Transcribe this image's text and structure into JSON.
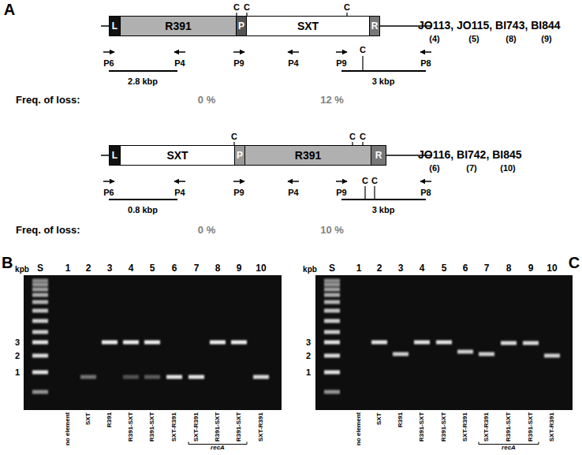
{
  "diagram": {
    "nodes": [
      {
        "text": [
          "L"
        ]
      },
      {
        "text": [
          "R391"
        ]
      },
      {
        "text": [
          "P"
        ]
      },
      {
        "text": [
          "SXT"
        ]
      },
      {
        "text": [
          "R"
        ]
      },
      {
        "text": [
          "L"
        ]
      },
      {
        "text": [
          "SXT"
        ]
      },
      {
        "text": [
          "P"
        ]
      },
      {
        "text": [
          "R391"
        ]
      },
      {
        "text": [
          "R"
        ]
      }
    ],
    "labels": [
      "A",
      "C",
      "C",
      "C",
      "JO113, JO115, BI743, BI844",
      "(4)",
      "(5)",
      "(8)",
      "(9)",
      "P6",
      "P4",
      "P9",
      "P4",
      "P9",
      "C",
      "P8",
      "2.8 kbp",
      "3 kbp",
      "Freq. of loss:",
      "0 %",
      "12 %",
      "C",
      "C",
      "C",
      "JO116, BI742, BI845",
      "(6)",
      "(7)",
      "(10)",
      "P6",
      "P4",
      "P9",
      "P4",
      "P9",
      "C",
      "C",
      "P8",
      "0.8 kbp",
      "3 kbp",
      "Freq. of loss:",
      "0 %",
      "10 %",
      "B",
      "kpb",
      "S",
      "1",
      "2",
      "3",
      "4",
      "5",
      "6",
      "7",
      "8",
      "9",
      "10",
      "3",
      "2",
      "1",
      "no element",
      "SXT",
      "R391",
      "R391-SXT",
      "R391-SXT",
      "SXT-R391",
      "SXT-R391",
      "R391-SXT",
      "R391-SXT",
      "SXT-R391",
      "recA",
      "C",
      "kpb",
      "S",
      "1",
      "2",
      "3",
      "4",
      "5",
      "6",
      "7",
      "8",
      "9",
      "10",
      "3",
      "2",
      "1",
      "no element",
      "SXT",
      "R391",
      "R391-SXT",
      "R391-SXT",
      "SXT-R391",
      "SXT-R391",
      "R391-SXT",
      "R391-SXT",
      "SXT-R391",
      "recA"
    ]
  }
}
